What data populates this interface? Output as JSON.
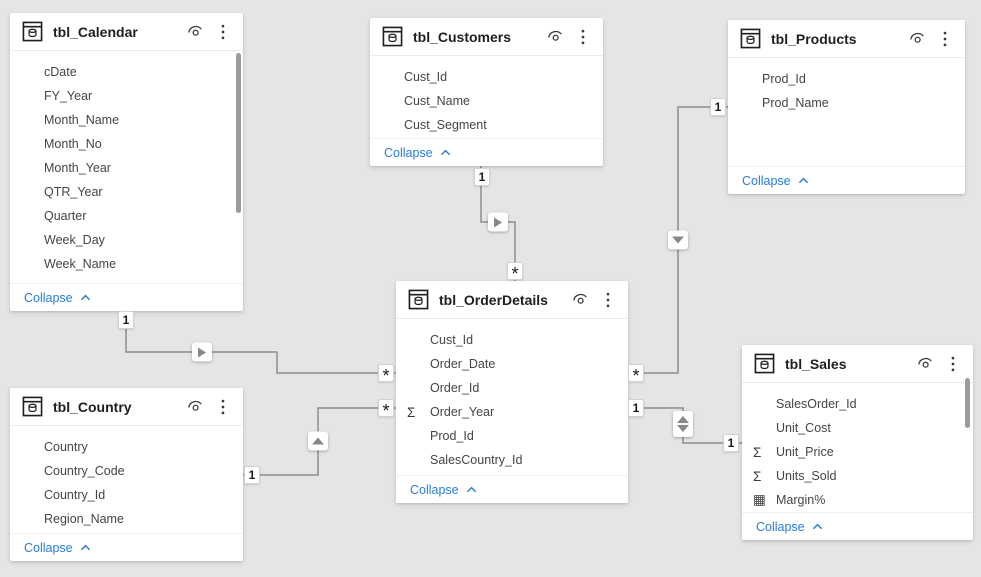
{
  "colors": {
    "canvas_background": "#e6e5e3",
    "card_background": "#ffffff",
    "accent_blue": "#2b7cd6",
    "connector_line": "#8f8d8b",
    "header_text": "#201f1e",
    "field_text": "#464543"
  },
  "tables": [
    {
      "name": "tbl_Calendar",
      "collapse_label": "Collapse",
      "fields": [
        {
          "name": "cDate"
        },
        {
          "name": "FY_Year"
        },
        {
          "name": "Month_Name"
        },
        {
          "name": "Month_No"
        },
        {
          "name": "Month_Year"
        },
        {
          "name": "QTR_Year"
        },
        {
          "name": "Quarter"
        },
        {
          "name": "Week_Day"
        },
        {
          "name": "Week_Name"
        }
      ]
    },
    {
      "name": "tbl_Customers",
      "collapse_label": "Collapse",
      "fields": [
        {
          "name": "Cust_Id"
        },
        {
          "name": "Cust_Name"
        },
        {
          "name": "Cust_Segment"
        }
      ]
    },
    {
      "name": "tbl_Products",
      "collapse_label": "Collapse",
      "fields": [
        {
          "name": "Prod_Id"
        },
        {
          "name": "Prod_Name"
        }
      ]
    },
    {
      "name": "tbl_OrderDetails",
      "collapse_label": "Collapse",
      "fields": [
        {
          "name": "Cust_Id"
        },
        {
          "name": "Order_Date"
        },
        {
          "name": "Order_Id"
        },
        {
          "name": "Order_Year",
          "icon": "sigma"
        },
        {
          "name": "Prod_Id"
        },
        {
          "name": "SalesCountry_Id"
        }
      ]
    },
    {
      "name": "tbl_Country",
      "collapse_label": "Collapse",
      "fields": [
        {
          "name": "Country"
        },
        {
          "name": "Country_Code"
        },
        {
          "name": "Country_Id"
        },
        {
          "name": "Region_Name"
        }
      ]
    },
    {
      "name": "tbl_Sales",
      "collapse_label": "Collapse",
      "fields": [
        {
          "name": "SalesOrder_Id"
        },
        {
          "name": "Unit_Cost"
        },
        {
          "name": "Unit_Price",
          "icon": "sigma"
        },
        {
          "name": "Units_Sold",
          "icon": "sigma"
        },
        {
          "name": "Margin%",
          "icon": "calculator"
        }
      ]
    }
  ],
  "relationships": [
    {
      "from_table": "tbl_Calendar",
      "from_cardinality": "1",
      "to_table": "tbl_OrderDetails",
      "to_cardinality": "*",
      "filter_direction": "single"
    },
    {
      "from_table": "tbl_Country",
      "from_cardinality": "1",
      "to_table": "tbl_OrderDetails",
      "to_cardinality": "*",
      "filter_direction": "single"
    },
    {
      "from_table": "tbl_Customers",
      "from_cardinality": "1",
      "to_table": "tbl_OrderDetails",
      "to_cardinality": "*",
      "filter_direction": "single"
    },
    {
      "from_table": "tbl_Products",
      "from_cardinality": "1",
      "to_table": "tbl_OrderDetails",
      "to_cardinality": "*",
      "filter_direction": "single"
    },
    {
      "from_table": "tbl_OrderDetails",
      "from_cardinality": "1",
      "to_table": "tbl_Sales",
      "to_cardinality": "1",
      "filter_direction": "both"
    }
  ]
}
